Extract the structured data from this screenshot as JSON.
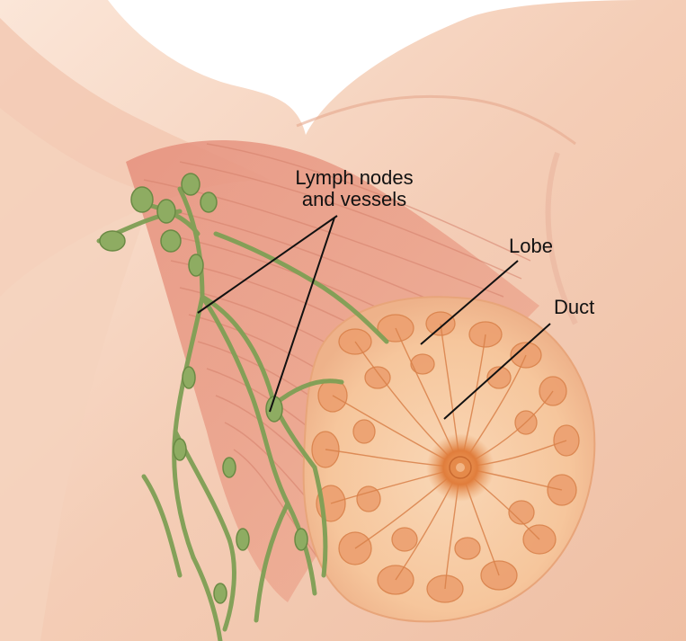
{
  "labels": {
    "lymph_line1": "Lymph nodes",
    "lymph_line2": "and vessels",
    "lobe": "Lobe",
    "duct": "Duct"
  },
  "colors": {
    "skin_light": "#f6d7c2",
    "skin_mid": "#efb79a",
    "muscle": "#e79a86",
    "muscle_dark": "#d9806c",
    "breast_fill": "#f6c9a0",
    "lobule": "#eb9a66",
    "lymph": "#8aa85e",
    "lymph_dark": "#6f8f48",
    "nipple": "#e0803f",
    "leader_line": "#111111"
  },
  "icons": {
    "illustration": "anatomy-illustration"
  }
}
